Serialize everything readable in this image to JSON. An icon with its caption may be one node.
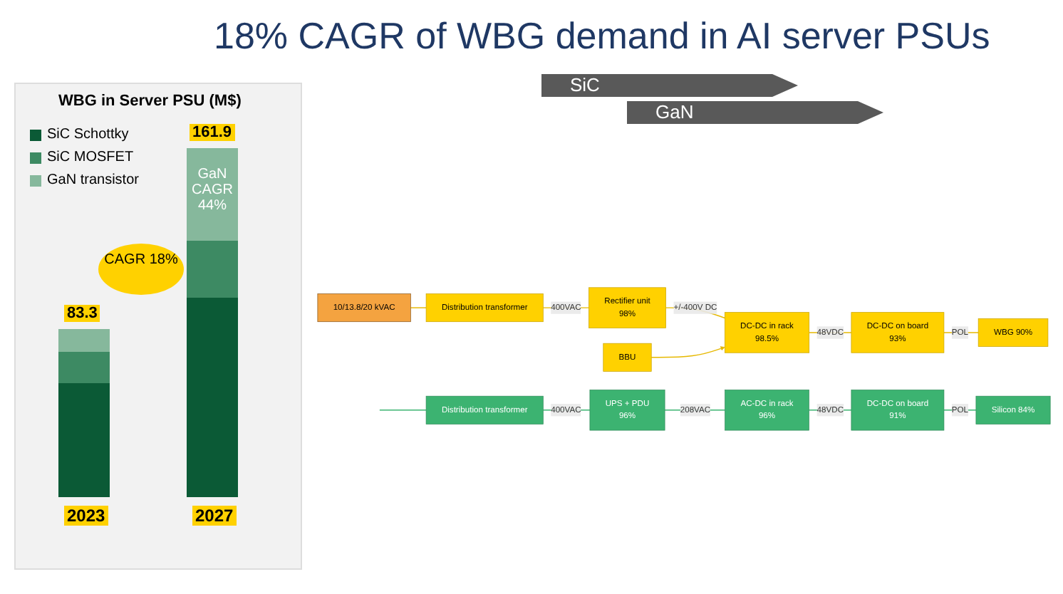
{
  "diagram": {
    "title": "18% CAGR of WBG demand in AI server PSUs",
    "nodes": [
      {
        "text": [
          "10/13.8/20 kVAC"
        ]
      },
      {
        "text": [
          "Distribution transformer"
        ]
      },
      {
        "text": [
          "UPS + PDU",
          "96%"
        ]
      },
      {
        "text": [
          "AC-DC in rack",
          "96%"
        ]
      },
      {
        "text": [
          "DC-DC on board",
          "91%"
        ]
      },
      {
        "text": [
          "Silicon 84%"
        ]
      },
      {
        "text": [
          "Distribution transformer"
        ]
      },
      {
        "text": [
          "Rectifier unit",
          "98%"
        ]
      },
      {
        "text": [
          "DC-DC in rack",
          "98.5%"
        ]
      },
      {
        "text": [
          "DC-DC on board",
          "93%"
        ]
      },
      {
        "text": [
          "WBG 90%"
        ]
      },
      {
        "text": [
          "BBU"
        ]
      }
    ],
    "edges": [
      {
        "from": null,
        "to": 1,
        "arrow": "none",
        "color": "#3cb371"
      },
      {
        "from": 1,
        "to": 2,
        "arrow": "none",
        "label": "400VAC",
        "color": "#3cb371"
      },
      {
        "from": 2,
        "to": 3,
        "arrow": "none",
        "label": "208VAC",
        "color": "#3cb371"
      },
      {
        "from": 3,
        "to": 4,
        "arrow": "none",
        "label": "48VDC",
        "color": "#3cb371"
      },
      {
        "from": 4,
        "to": 5,
        "arrow": "none",
        "label": "POL",
        "color": "#3cb371"
      },
      {
        "from": 0,
        "to": 6,
        "arrow": "none",
        "color": "#e6b800"
      },
      {
        "from": 6,
        "to": 7,
        "arrow": "none",
        "label": "400VAC",
        "color": "#e6b800"
      },
      {
        "from": 7,
        "to": 8,
        "arrow": "none",
        "label": "+/-400V DC",
        "color": "#e6b800"
      },
      {
        "from": 8,
        "to": 9,
        "arrow": "none",
        "label": "48VDC",
        "color": "#e6b800"
      },
      {
        "from": 9,
        "to": 10,
        "arrow": "none",
        "label": "POL",
        "color": "#e6b800"
      },
      {
        "from": 11,
        "to": 8,
        "arrow": "to",
        "color": "#e6b800"
      }
    ],
    "labels": [
      "SiC",
      "GaN",
      "WBG in Server PSU (M$)",
      "161.9",
      "GaN CAGR 44%",
      "CAGR 18%",
      "83.3",
      "2023",
      "2027"
    ],
    "legend": [
      {
        "text": "SiC Schottky",
        "color": "#0b5a36"
      },
      {
        "text": "SiC MOSFET",
        "color": "#3d8a63"
      },
      {
        "text": "GaN transistor",
        "color": "#86b89c"
      }
    ]
  }
}
